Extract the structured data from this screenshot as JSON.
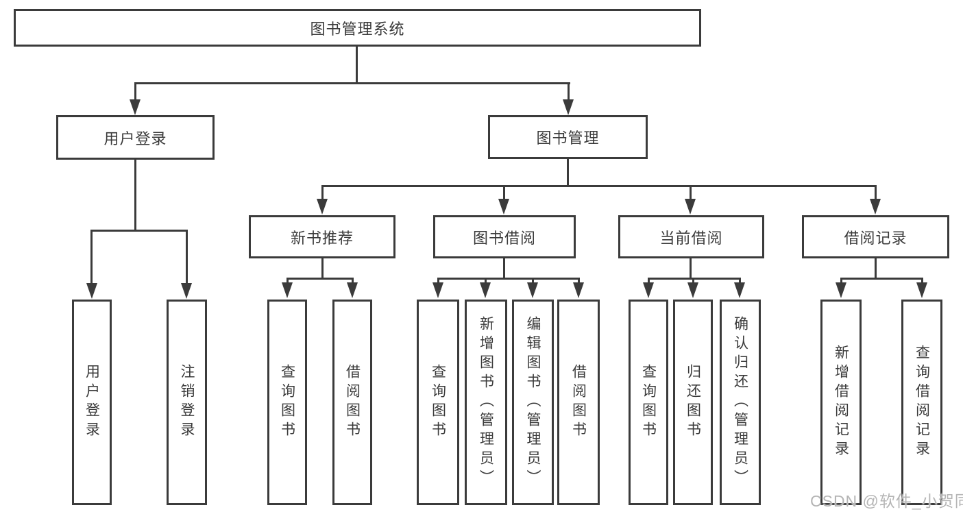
{
  "colors": {
    "line": "#3b3b3b",
    "text": "#3a3a3a",
    "watermark": "#b5b5b5",
    "background": "#ffffff"
  },
  "watermark": "CSDN @软件_小贺同学",
  "tree": {
    "root": {
      "label": "图书管理系统"
    },
    "login_branch": {
      "label": "用户登录",
      "children": [
        {
          "label": "用户登录"
        },
        {
          "label": "注销登录"
        }
      ]
    },
    "mgmt_branch": {
      "label": "图书管理",
      "groups": [
        {
          "label": "新书推荐",
          "children": [
            {
              "label": "查询图书"
            },
            {
              "label": "借阅图书"
            }
          ]
        },
        {
          "label": "图书借阅",
          "children": [
            {
              "label": "查询图书"
            },
            {
              "label": "新增图书（管理员）"
            },
            {
              "label": "编辑图书（管理员）"
            },
            {
              "label": "借阅图书"
            }
          ]
        },
        {
          "label": "当前借阅",
          "children": [
            {
              "label": "查询图书"
            },
            {
              "label": "归还图书"
            },
            {
              "label": "确认归还（管理员）"
            }
          ]
        },
        {
          "label": "借阅记录",
          "children": [
            {
              "label": "新增借阅记录"
            },
            {
              "label": "查询借阅记录"
            }
          ]
        }
      ]
    }
  }
}
